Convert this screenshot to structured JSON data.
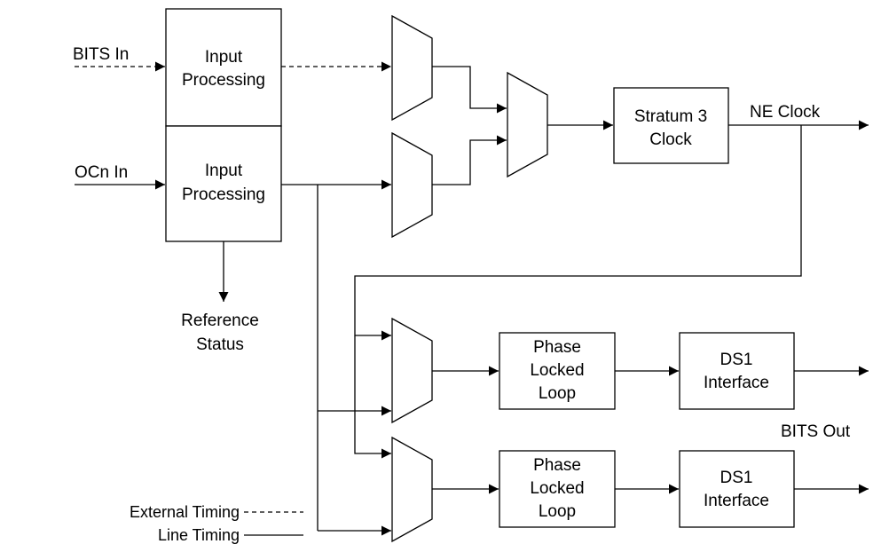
{
  "inputs": {
    "bits_in": "BITS In",
    "ocn_in": "OCn In"
  },
  "blocks": {
    "input_processing_1": [
      "Input",
      "Processing"
    ],
    "input_processing_2": [
      "Input",
      "Processing"
    ],
    "stratum3": [
      "Stratum 3",
      "Clock"
    ],
    "pll_1": [
      "Phase",
      "Locked",
      "Loop"
    ],
    "pll_2": [
      "Phase",
      "Locked",
      "Loop"
    ],
    "ds1_1": [
      "DS1",
      "Interface"
    ],
    "ds1_2": [
      "DS1",
      "Interface"
    ]
  },
  "outputs": {
    "ne_clock": "NE Clock",
    "reference_status": [
      "Reference",
      "Status"
    ],
    "bits_out": "BITS Out"
  },
  "legend": {
    "external_timing": "External Timing",
    "line_timing": "Line Timing"
  }
}
